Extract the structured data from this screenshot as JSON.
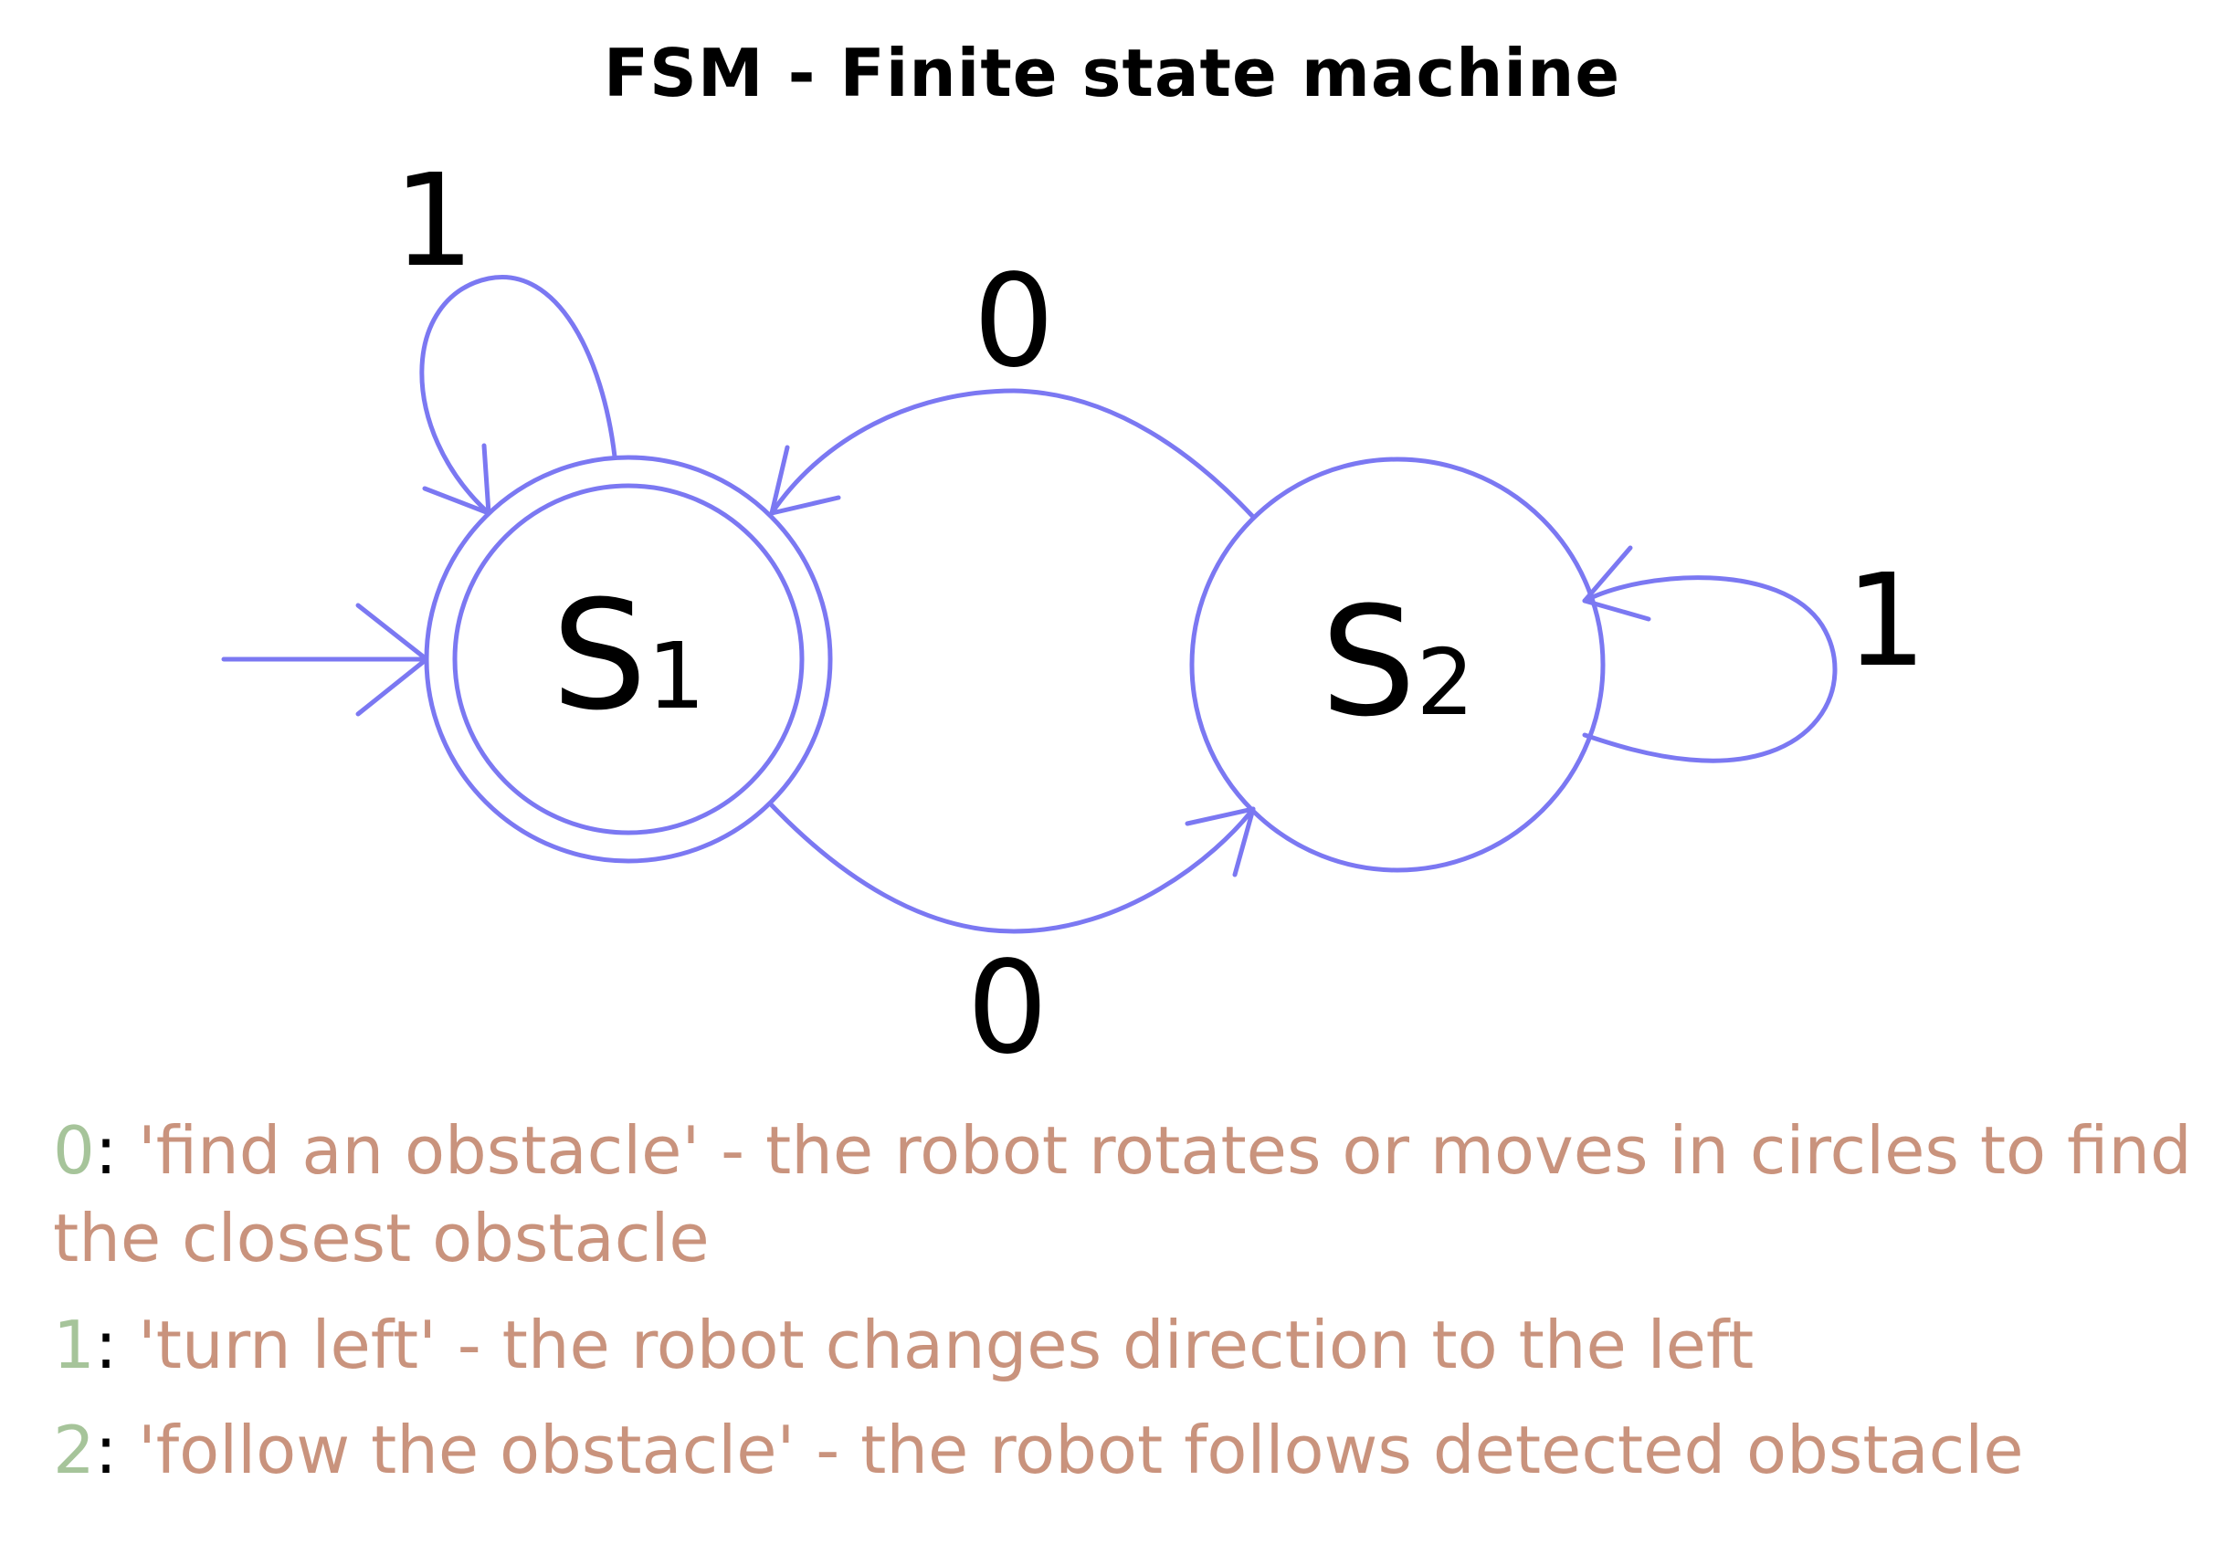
{
  "title": "FSM - Finite state machine",
  "colors": {
    "edge": "#7B78F2",
    "state_text": "#000000",
    "legend_key": "#A6C49A",
    "legend_text": "#C9937D"
  },
  "states": {
    "s1": {
      "letter": "S",
      "index": "1",
      "accepting": true,
      "initial": true
    },
    "s2": {
      "letter": "S",
      "index": "2",
      "accepting": false,
      "initial": false
    }
  },
  "transitions": {
    "s1_self": "1",
    "s2_to_s1": "0",
    "s1_to_s2": "0",
    "s2_self": "1"
  },
  "legend": [
    {
      "key": "0",
      "text": "'find an obstacle' - the robot rotates or moves in circles to find the closest obstacle"
    },
    {
      "key": "1",
      "text": "'turn left' - the robot changes direction to the left"
    },
    {
      "key": "2",
      "text": "'follow the obstacle' - the robot follows detected obstacle"
    }
  ]
}
